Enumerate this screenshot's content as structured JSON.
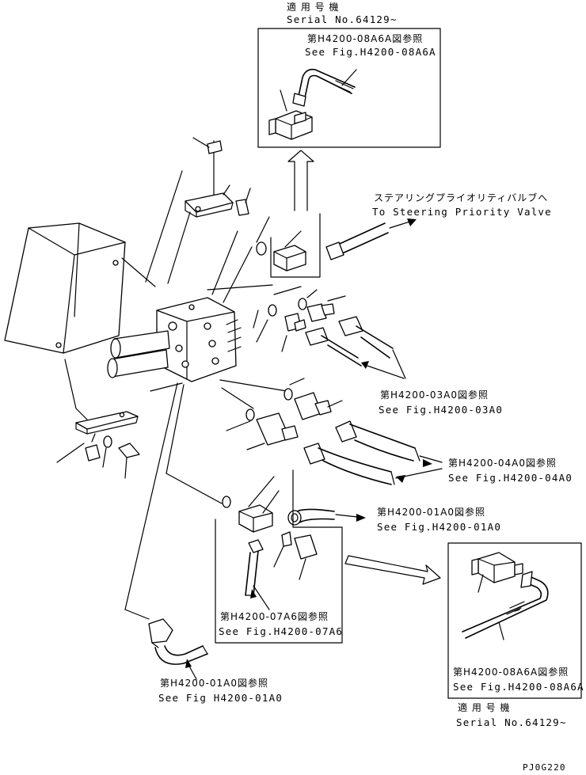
{
  "notes": {
    "serial_top_jp": "適 用 号 機",
    "serial_top_en": "Serial No.64129~",
    "ref_top_jp": "第H4200-08A6A図参照",
    "ref_top_en": "See Fig.H4200-08A6A",
    "steering_jp": "ステアリングプライオリティバルブへ",
    "steering_en": "To Steering Priority Valve",
    "ref_03a0_jp": "第H4200-03A0図参照",
    "ref_03a0_en": "See Fig.H4200-03A0",
    "ref_04a0_jp": "第H4200-04A0図参照",
    "ref_04a0_en": "See Fig.H4200-04A0",
    "ref_01a0_mid_jp": "第H4200-01A0図参照",
    "ref_01a0_mid_en": "See Fig.H4200-01A0",
    "ref_07a6_jp": "第H4200-07A6図参照",
    "ref_07a6_en": "See Fig.H4200-07A6",
    "ref_01a0_bot_jp": "第H4200-01A0図参照",
    "ref_01a0_bot_en": "See Fig H4200-01A0",
    "ref_bot_jp": "第H4200-08A6A図参照",
    "ref_bot_en": "See Fig.H4200-08A6A",
    "serial_bot_jp": "適 用 号 機",
    "serial_bot_en": "Serial No.64129~",
    "drawing_code": "PJ0G220"
  }
}
